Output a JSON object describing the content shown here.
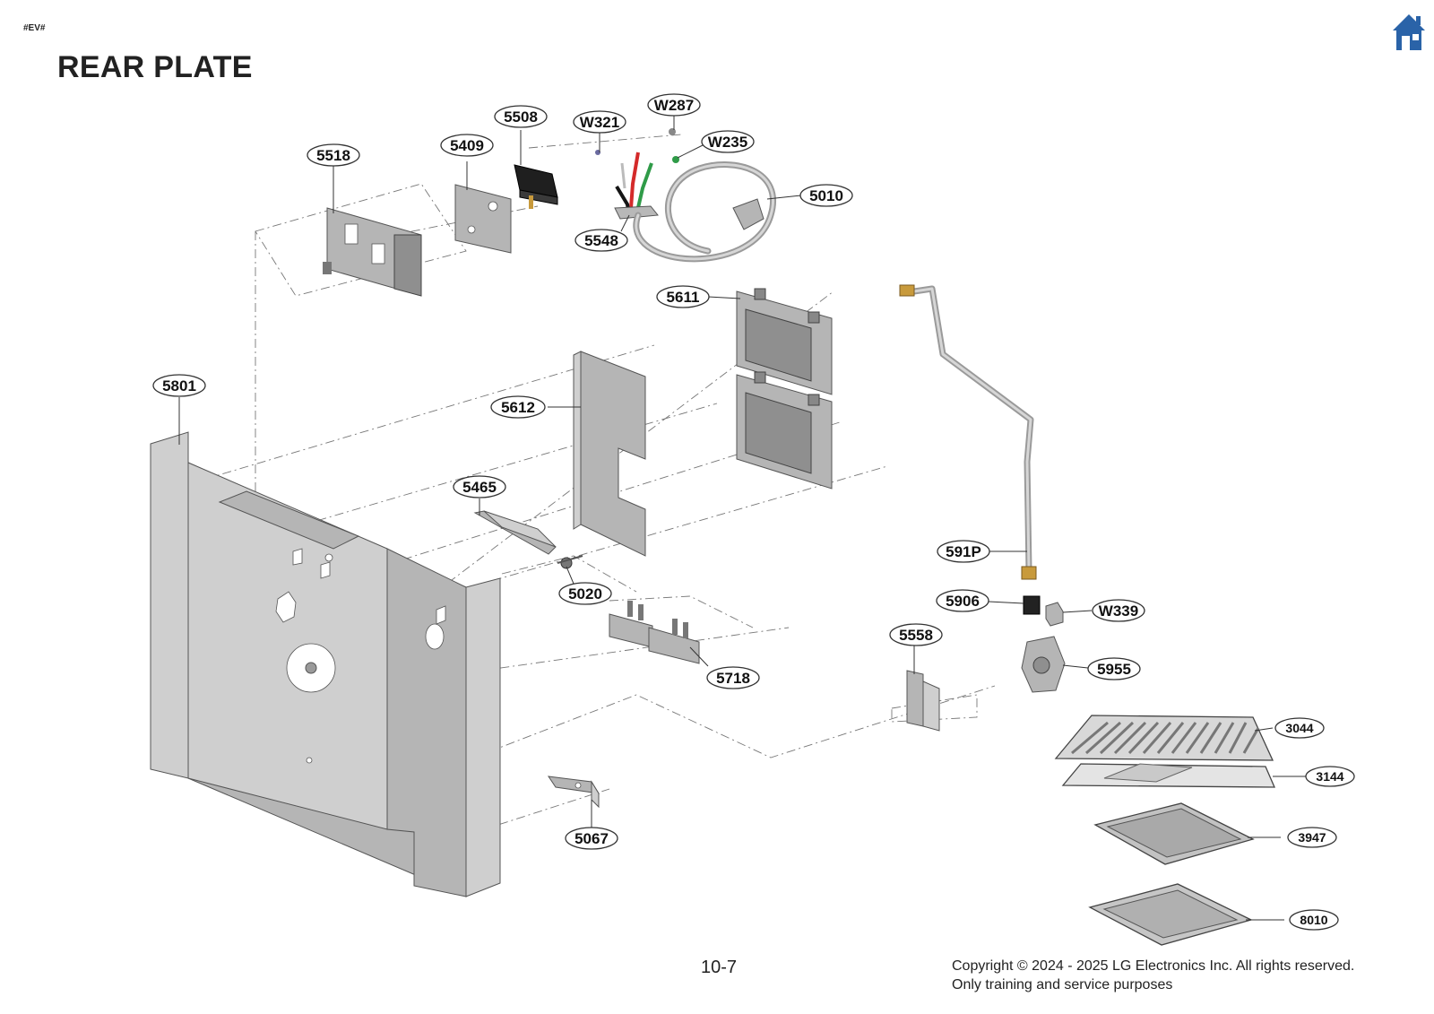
{
  "header": {
    "model_code": "#EV#",
    "title": "REAR PLATE",
    "home_icon": "home-icon"
  },
  "colors": {
    "home_icon": "#2a63a8",
    "part_gray": "#b5b5b5",
    "wire_red": "#d42a2a",
    "wire_green": "#2f9b48",
    "wire_black": "#151515",
    "brass": "#c89a3c"
  },
  "callouts": {
    "c5518": "5518",
    "c5409": "5409",
    "c5508": "5508",
    "cW321": "W321",
    "cW287": "W287",
    "cW235": "W235",
    "c5010": "5010",
    "c5548": "5548",
    "c5611": "5611",
    "c5612": "5612",
    "c5801": "5801",
    "c5465": "5465",
    "c5020": "5020",
    "c5718": "5718",
    "c591P": "591P",
    "c5906": "5906",
    "cW339": "W339",
    "c5558": "5558",
    "c5955": "5955",
    "c3044": "3044",
    "c3144": "3144",
    "c3947": "3947",
    "c8010": "8010",
    "c5067": "5067"
  },
  "footer": {
    "page_number": "10-7",
    "copyright_line1": "Copyright © 2024 - 2025 LG Electronics Inc. All rights reserved.",
    "copyright_line2": "Only training and service purposes"
  }
}
